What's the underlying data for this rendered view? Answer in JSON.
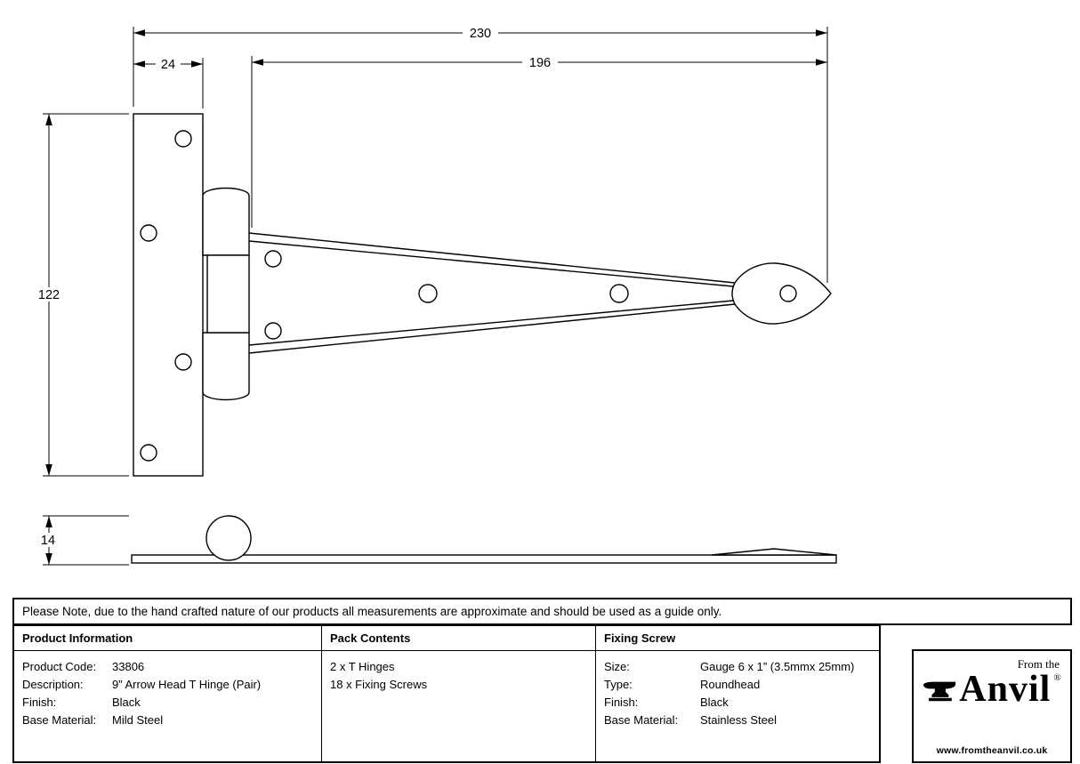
{
  "dimensions": {
    "total_length": "230",
    "strap_length": "196",
    "plate_width": "24",
    "plate_height": "122",
    "side_height": "14"
  },
  "note": "Please Note, due to the hand crafted nature of our products all measurements are approximate and should be used as a guide only.",
  "table": {
    "product_information": {
      "header": "Product Information",
      "rows": [
        {
          "label": "Product Code:",
          "value": "33806"
        },
        {
          "label": "Description:",
          "value": "9” Arrow Head T Hinge (Pair)"
        },
        {
          "label": "Finish:",
          "value": "Black"
        },
        {
          "label": "Base Material:",
          "value": "Mild Steel"
        }
      ]
    },
    "pack_contents": {
      "header": "Pack Contents",
      "rows": [
        "2 x T Hinges",
        "18 x Fixing Screws"
      ]
    },
    "fixing_screw": {
      "header": "Fixing Screw",
      "rows": [
        {
          "label": "Size:",
          "value": "Gauge 6 x 1” (3.5mmx 25mm)"
        },
        {
          "label": "Type:",
          "value": "Roundhead"
        },
        {
          "label": "Finish:",
          "value": "Black"
        },
        {
          "label": "Base Material:",
          "value": "Stainless Steel"
        }
      ]
    }
  },
  "logo": {
    "tagline": "From the",
    "brand": "Anvil",
    "registered": "®",
    "website": "www.fromtheanvil.co.uk"
  }
}
